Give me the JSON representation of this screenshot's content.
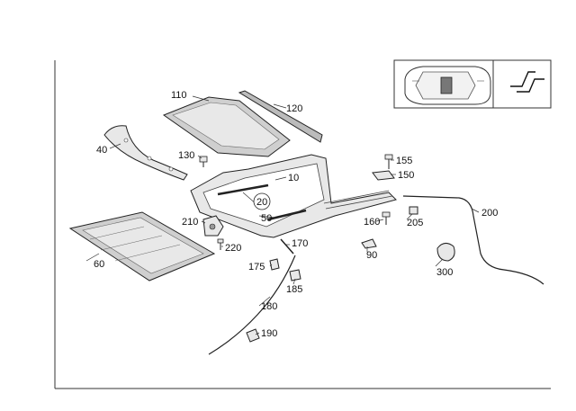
{
  "diagram": {
    "callouts": {
      "p10": "10",
      "p20": "20",
      "p40": "40",
      "p50": "50",
      "p60": "60",
      "p90": "90",
      "p110": "110",
      "p120": "120",
      "p130": "130",
      "p150": "150",
      "p155": "155",
      "p160": "160",
      "p170": "170",
      "p175": "175",
      "p180": "180",
      "p185": "185",
      "p190": "190",
      "p200": "200",
      "p205": "205",
      "p210": "210",
      "p220": "220",
      "p300": "300"
    },
    "inset_icons": {
      "vehicle": "car-top-view-icon",
      "symbol": "sunroof-symbol-icon"
    },
    "colors": {
      "line": "#222222",
      "part_fill": "#e8e8e8",
      "glass_fill": "#cfcfcf"
    }
  }
}
